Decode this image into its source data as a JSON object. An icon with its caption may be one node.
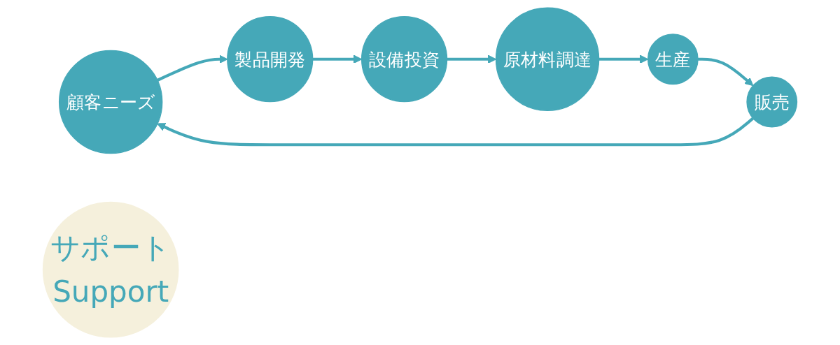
{
  "diagram": {
    "nodes": [
      {
        "text": [
          "顧客ニーズ"
        ]
      },
      {
        "text": [
          "製品開発"
        ]
      },
      {
        "text": [
          "設備投資"
        ]
      },
      {
        "text": [
          "原材料調達"
        ]
      },
      {
        "text": [
          "生産"
        ]
      },
      {
        "text": [
          "販売"
        ]
      },
      {
        "text": [
          "サポート",
          "Support"
        ]
      }
    ],
    "edges": [
      {
        "from": 0,
        "to": 1,
        "arrow": "to"
      },
      {
        "from": 1,
        "to": 2,
        "arrow": "to"
      },
      {
        "from": 2,
        "to": 3,
        "arrow": "to"
      },
      {
        "from": 3,
        "to": 4,
        "arrow": "to"
      },
      {
        "from": 4,
        "to": 5,
        "arrow": "to"
      },
      {
        "from": 5,
        "to": 0,
        "arrow": "to"
      }
    ]
  }
}
